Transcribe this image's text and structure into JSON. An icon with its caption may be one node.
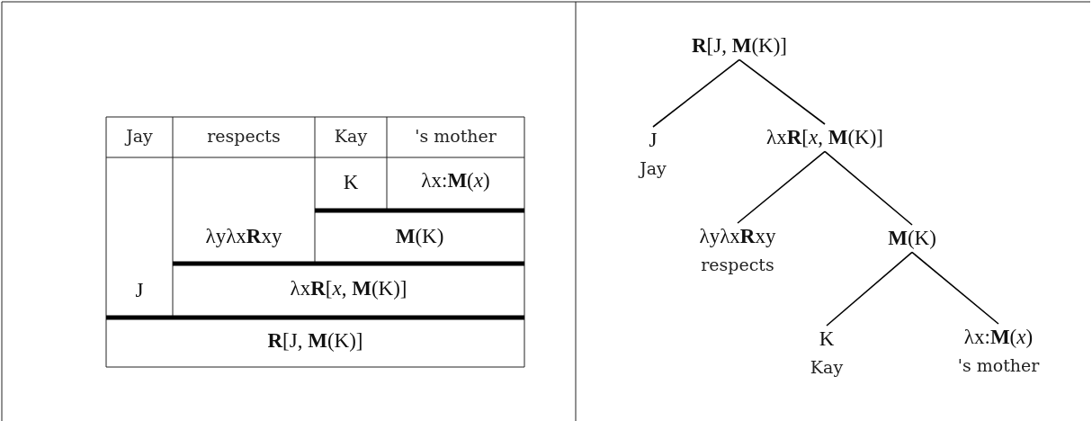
{
  "diagram": {
    "nodes": [
      {
        "text": [
          "**R**[J, **M**(K)]"
        ]
      },
      {
        "text": [
          "J"
        ],
        "beside": [
          "Jay"
        ]
      },
      {
        "text": [
          "λx**R**[*x*, **M**(K)]"
        ]
      },
      {
        "text": [
          "λyλx**R**xy"
        ],
        "beside": [
          "respects"
        ]
      },
      {
        "text": [
          "**M**(K)"
        ]
      },
      {
        "text": [
          "K"
        ],
        "beside": [
          "Kay"
        ]
      },
      {
        "text": [
          "λx:**M**(*x*)"
        ],
        "beside": [
          "'s mother"
        ]
      }
    ],
    "edges": [
      {
        "from": 0,
        "to": 1,
        "arrow": "none"
      },
      {
        "from": 0,
        "to": 2,
        "arrow": "none"
      },
      {
        "from": 2,
        "to": 3,
        "arrow": "none"
      },
      {
        "from": 2,
        "to": 4,
        "arrow": "none"
      },
      {
        "from": 4,
        "to": 5,
        "arrow": "none"
      },
      {
        "from": 4,
        "to": 6,
        "arrow": "none"
      }
    ],
    "labels": [
      "Jay",
      "respects",
      "Kay",
      "'s mother",
      "K",
      "λx:**M**(*x*)",
      "λyλx**R**xy",
      "**M**(K)",
      "J",
      "λx**R**[*x*, **M**(K)]",
      "**R**[J, **M**(K)]"
    ]
  }
}
